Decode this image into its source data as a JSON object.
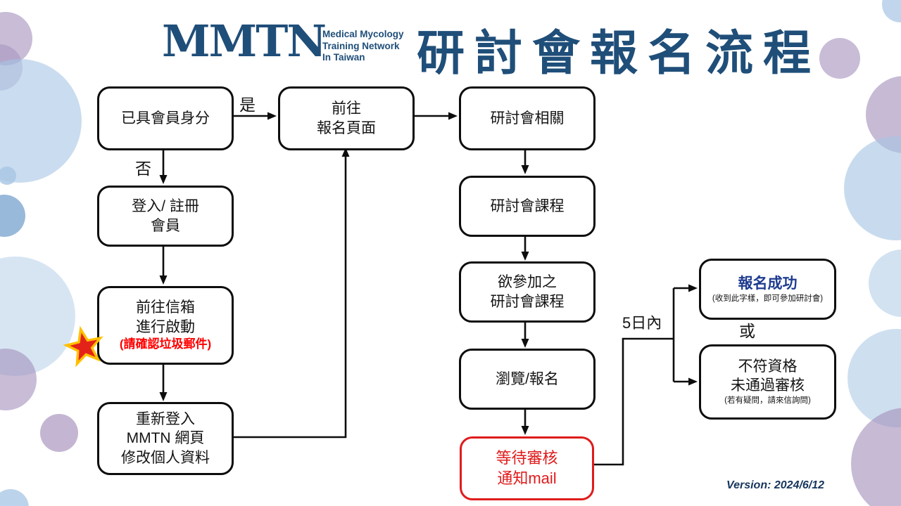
{
  "header": {
    "logo": {
      "acronym": "MMTN",
      "subtitle": [
        "Medical Mycology",
        "Training Network",
        "In Taiwan"
      ]
    },
    "title": "研討會報名流程"
  },
  "footer": {
    "version": "Version: 2024/6/12"
  },
  "labels": {
    "yes": "是",
    "no": "否",
    "within_5_days": "5日內",
    "or": "或"
  },
  "nodes": {
    "member_status": {
      "lines": [
        "已具會員身分"
      ]
    },
    "login_register": {
      "lines": [
        "登入/ 註冊",
        "會員"
      ]
    },
    "activate_mailbox": {
      "lines": [
        "前往信箱",
        "進行啟動"
      ],
      "note": "(請確認垃圾郵件)"
    },
    "relogin_update": {
      "lines": [
        "重新登入",
        "MMTN 網頁",
        "修改個人資料"
      ]
    },
    "go_registration_page": {
      "lines": [
        "前往",
        "報名頁面"
      ]
    },
    "seminar_related": {
      "lines": [
        "研討會相關"
      ]
    },
    "seminar_courses": {
      "lines": [
        "研討會課程"
      ]
    },
    "desired_courses": {
      "lines": [
        "欲參加之",
        "研討會課程"
      ]
    },
    "browse_register": {
      "lines": [
        "瀏覽/報名"
      ]
    },
    "wait_review": {
      "lines": [
        "等待審核",
        "通知mail"
      ]
    },
    "register_success": {
      "title": "報名成功",
      "note": "(收到此字樣，即可參加研討會)"
    },
    "not_qualified": {
      "lines": [
        "不符資格",
        "未通過審核"
      ],
      "note": "(若有疑問，請來信詢問)"
    }
  },
  "icons": {
    "star": "red-star-burst"
  },
  "colors": {
    "navy": "#1f4e79",
    "success_blue": "#1f3c8f",
    "red_box": "#e01b1b",
    "note_red": "#ff0000",
    "star_fill": "#e3231a",
    "star_border": "#ffc000",
    "decor_blue": "#a6c5e4",
    "decor_purple": "#a48fbc",
    "line_black": "#0d0d0d"
  }
}
